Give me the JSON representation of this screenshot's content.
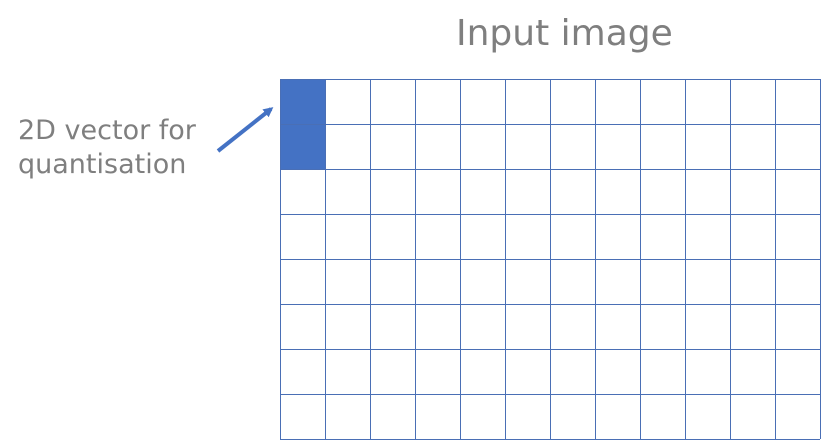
{
  "title": "Input image",
  "label": {
    "line1": "2D vector for",
    "line2": "quantisation"
  },
  "grid": {
    "columns": 12,
    "rows": 8,
    "highlighted_cells": [
      {
        "col": 0,
        "row": 0
      },
      {
        "col": 0,
        "row": 1
      }
    ]
  },
  "colors": {
    "text": "#7f7f7f",
    "grid_line": "#4a6fb5",
    "highlight": "#4472c4",
    "arrow": "#4472c4"
  }
}
